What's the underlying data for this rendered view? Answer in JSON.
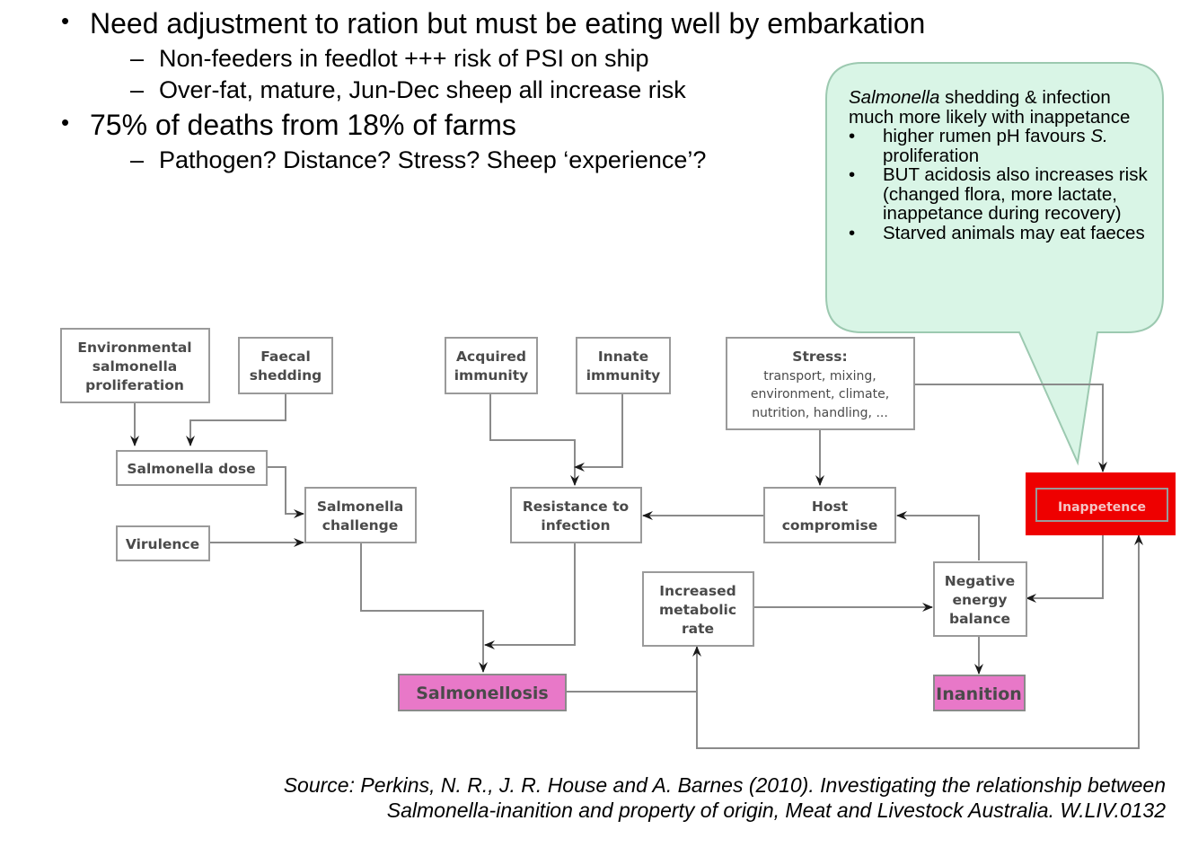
{
  "bullets": [
    {
      "text": "Need adjustment to ration but must be eating well by embarkation",
      "subs": [
        "Non-feeders in feedlot +++ risk of PSI on ship",
        "Over-fat, mature, Jun-Dec sheep all increase risk"
      ]
    },
    {
      "text": "75% of deaths from 18% of farms",
      "subs": [
        "Pathogen? Distance? Stress? Sheep ‘experience’?"
      ]
    }
  ],
  "callout": {
    "lead_italic": "Salmonella",
    "lead_rest": " shedding & infection much more likely with inappetance",
    "item1_pre": "higher rumen pH favours ",
    "item1_italic": "S.",
    "item1_post": " proliferation",
    "item2": "BUT acidosis also increases risk (changed flora, more lactate, inappetance during recovery)",
    "item3": "Starved animals may eat faeces",
    "fill": "#d9f5e6"
  },
  "nodes": {
    "env": [
      "Environmental",
      "salmonella",
      "proliferation"
    ],
    "faecal": [
      "Faecal",
      "shedding"
    ],
    "acquired": [
      "Acquired",
      "immunity"
    ],
    "innate": [
      "Innate",
      "immunity"
    ],
    "stress_title": "Stress:",
    "stress_lines": [
      "transport, mixing,",
      "environment, climate,",
      "nutrition, handling, ..."
    ],
    "dose": "Salmonella dose",
    "virulence": "Virulence",
    "challenge": [
      "Salmonella",
      "challenge"
    ],
    "resistance": [
      "Resistance to",
      "infection"
    ],
    "host": [
      "Host",
      "compromise"
    ],
    "inappetence": "Inappetence",
    "metabolic": [
      "Increased",
      "metabolic",
      "rate"
    ],
    "neb": [
      "Negative",
      "energy",
      "balance"
    ],
    "salmonellosis": "Salmonellosis",
    "inanition": "Inanition"
  },
  "colors": {
    "outcome": "#e878c8",
    "inappetence": "#ee0000",
    "callout": "#d9f5e6"
  },
  "source": {
    "line1": "Source: Perkins, N. R., J. R. House and A. Barnes (2010). Investigating the relationship between",
    "line2": "Salmonella-inanition and property of origin, Meat and Livestock Australia. W.LIV.0132"
  }
}
